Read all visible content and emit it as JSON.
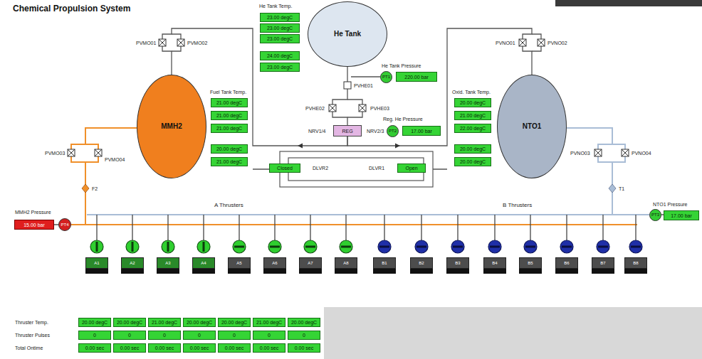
{
  "diagram": {
    "title": "Chemical Propulsion System",
    "nodes": [
      {
        "text": [
          "He Tank"
        ]
      },
      {
        "text": [
          "23.00 degC"
        ]
      },
      {
        "text": [
          "23.00 degC"
        ]
      },
      {
        "text": [
          "23.00 degC"
        ]
      },
      {
        "text": [
          "24.00 degC"
        ]
      },
      {
        "text": [
          "23.00 degC"
        ]
      },
      {
        "text": [
          "PT1"
        ]
      },
      {
        "text": [
          "220.00 bar"
        ]
      },
      {
        "text": [
          "REG"
        ]
      },
      {
        "text": [
          "PT2"
        ]
      },
      {
        "text": [
          "17.00 bar"
        ]
      },
      {
        "text": [
          "Closed"
        ]
      },
      {
        "text": [
          "Open"
        ]
      },
      {
        "text": [
          "MMH2"
        ]
      },
      {
        "text": [
          "21.00 degC"
        ]
      },
      {
        "text": [
          "21.00 degC"
        ]
      },
      {
        "text": [
          "21.00 degC"
        ]
      },
      {
        "text": [
          "20.00 degC"
        ]
      },
      {
        "text": [
          "21.00 degC"
        ]
      },
      {
        "text": [
          "NTO1"
        ]
      },
      {
        "text": [
          "20.00 degC"
        ]
      },
      {
        "text": [
          "21.00 degC"
        ]
      },
      {
        "text": [
          "22.00 degC"
        ]
      },
      {
        "text": [
          "20.00 degC"
        ]
      },
      {
        "text": [
          "20.00 degC"
        ]
      },
      {
        "text": [
          "15.00 bar"
        ]
      },
      {
        "text": [
          "PT4"
        ]
      },
      {
        "text": [
          "PT3"
        ]
      },
      {
        "text": [
          "17.00 bar"
        ]
      },
      {
        "text": [
          "A1"
        ]
      },
      {
        "text": [
          "A2"
        ]
      },
      {
        "text": [
          "A3"
        ]
      },
      {
        "text": [
          "A4"
        ]
      },
      {
        "text": [
          "A5"
        ]
      },
      {
        "text": [
          "A6"
        ]
      },
      {
        "text": [
          "A7"
        ]
      },
      {
        "text": [
          "A8"
        ]
      },
      {
        "text": [
          "B1"
        ]
      },
      {
        "text": [
          "B2"
        ]
      },
      {
        "text": [
          "B3"
        ]
      },
      {
        "text": [
          "B4"
        ]
      },
      {
        "text": [
          "B5"
        ]
      },
      {
        "text": [
          "B6"
        ]
      },
      {
        "text": [
          "B7"
        ]
      },
      {
        "text": [
          "B8"
        ]
      },
      {
        "text": [
          "20.00 degC"
        ]
      },
      {
        "text": [
          "20.00 degC"
        ]
      },
      {
        "text": [
          "21.00 degC"
        ]
      },
      {
        "text": [
          "20.00 degC"
        ]
      },
      {
        "text": [
          "20.00 degC"
        ]
      },
      {
        "text": [
          "21.00 degC"
        ]
      },
      {
        "text": [
          "20.00 degC"
        ]
      },
      {
        "text": [
          "0"
        ]
      },
      {
        "text": [
          "0"
        ]
      },
      {
        "text": [
          "0"
        ]
      },
      {
        "text": [
          "0"
        ]
      },
      {
        "text": [
          "0"
        ]
      },
      {
        "text": [
          "0"
        ]
      },
      {
        "text": [
          "0"
        ]
      },
      {
        "text": [
          "0.00 sec"
        ]
      },
      {
        "text": [
          "0.00 sec"
        ]
      },
      {
        "text": [
          "0.00 sec"
        ]
      },
      {
        "text": [
          "0.00 sec"
        ]
      },
      {
        "text": [
          "0.00 sec"
        ]
      },
      {
        "text": [
          "0.00 sec"
        ]
      },
      {
        "text": [
          "0.00 sec"
        ]
      }
    ],
    "edges": [
      {
        "from": 0,
        "to": 8,
        "arrow": "none"
      },
      {
        "from": 8,
        "to": 13,
        "arrow": "none"
      },
      {
        "from": 8,
        "to": 19,
        "arrow": "none"
      }
    ],
    "labels": [
      "He Tank Temp.",
      "He Tank Pressure",
      "PVHE01",
      "PVHE02",
      "PVHE03",
      "Reg. He Pressure",
      "NRV1/4",
      "NRV2/3",
      "DLVR2",
      "DLVR1",
      "PVMO01",
      "PVMO02",
      "Fuel Tank Temp.",
      "PVNO01",
      "PVNO02",
      "Oxid. Tank Temp.",
      "PVMO03",
      "PVMO04",
      "F2",
      "PVNO03",
      "PVNO04",
      "T1",
      "A Thrusters",
      "B Thrusters",
      "MMH2 Pressure",
      "NTO1 Pressure",
      "Thruster Temp.",
      "Thruster Pulses",
      "Total Ontime"
    ]
  }
}
